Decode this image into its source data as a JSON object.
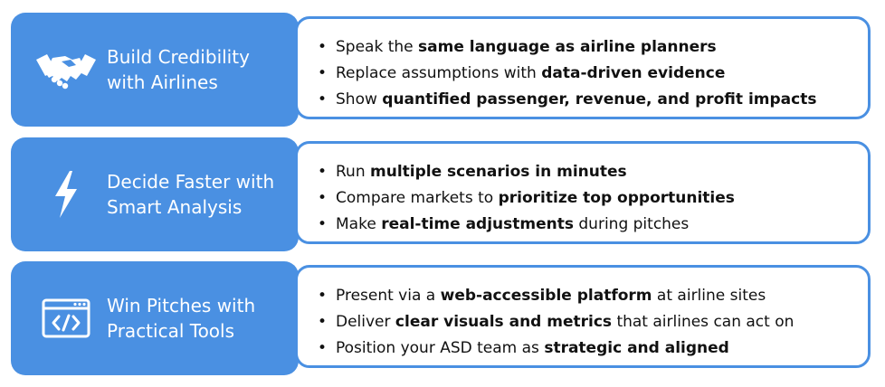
{
  "colors": {
    "accent": "#4a90e2",
    "text": "#111111",
    "tile_text": "#ffffff"
  },
  "rows": [
    {
      "icon": "handshake-icon",
      "title_lines": [
        "Build Credibility",
        "with Airlines"
      ],
      "bullets": [
        {
          "pre": "Speak the ",
          "bold": "same language as airline planners",
          "post": ""
        },
        {
          "pre": "Replace assumptions with ",
          "bold": "data-driven evidence",
          "post": ""
        },
        {
          "pre": "Show ",
          "bold": "quantified passenger, revenue, and profit impacts",
          "post": ""
        }
      ]
    },
    {
      "icon": "lightning-bolt-icon",
      "title_lines": [
        "Decide Faster with",
        "Smart Analysis"
      ],
      "bullets": [
        {
          "pre": "Run ",
          "bold": "multiple scenarios in minutes",
          "post": ""
        },
        {
          "pre": "Compare markets to ",
          "bold": "prioritize top opportunities",
          "post": ""
        },
        {
          "pre": "Make ",
          "bold": "real-time adjustments",
          "post": " during pitches"
        }
      ]
    },
    {
      "icon": "code-window-icon",
      "title_lines": [
        "Win Pitches with",
        "Practical Tools"
      ],
      "bullets": [
        {
          "pre": "Present via a ",
          "bold": "web-accessible platform",
          "post": " at airline sites"
        },
        {
          "pre": "Deliver ",
          "bold": "clear visuals and metrics",
          "post": " that airlines can act on"
        },
        {
          "pre": "Position your ASD team as ",
          "bold": "strategic and aligned",
          "post": ""
        }
      ]
    }
  ]
}
